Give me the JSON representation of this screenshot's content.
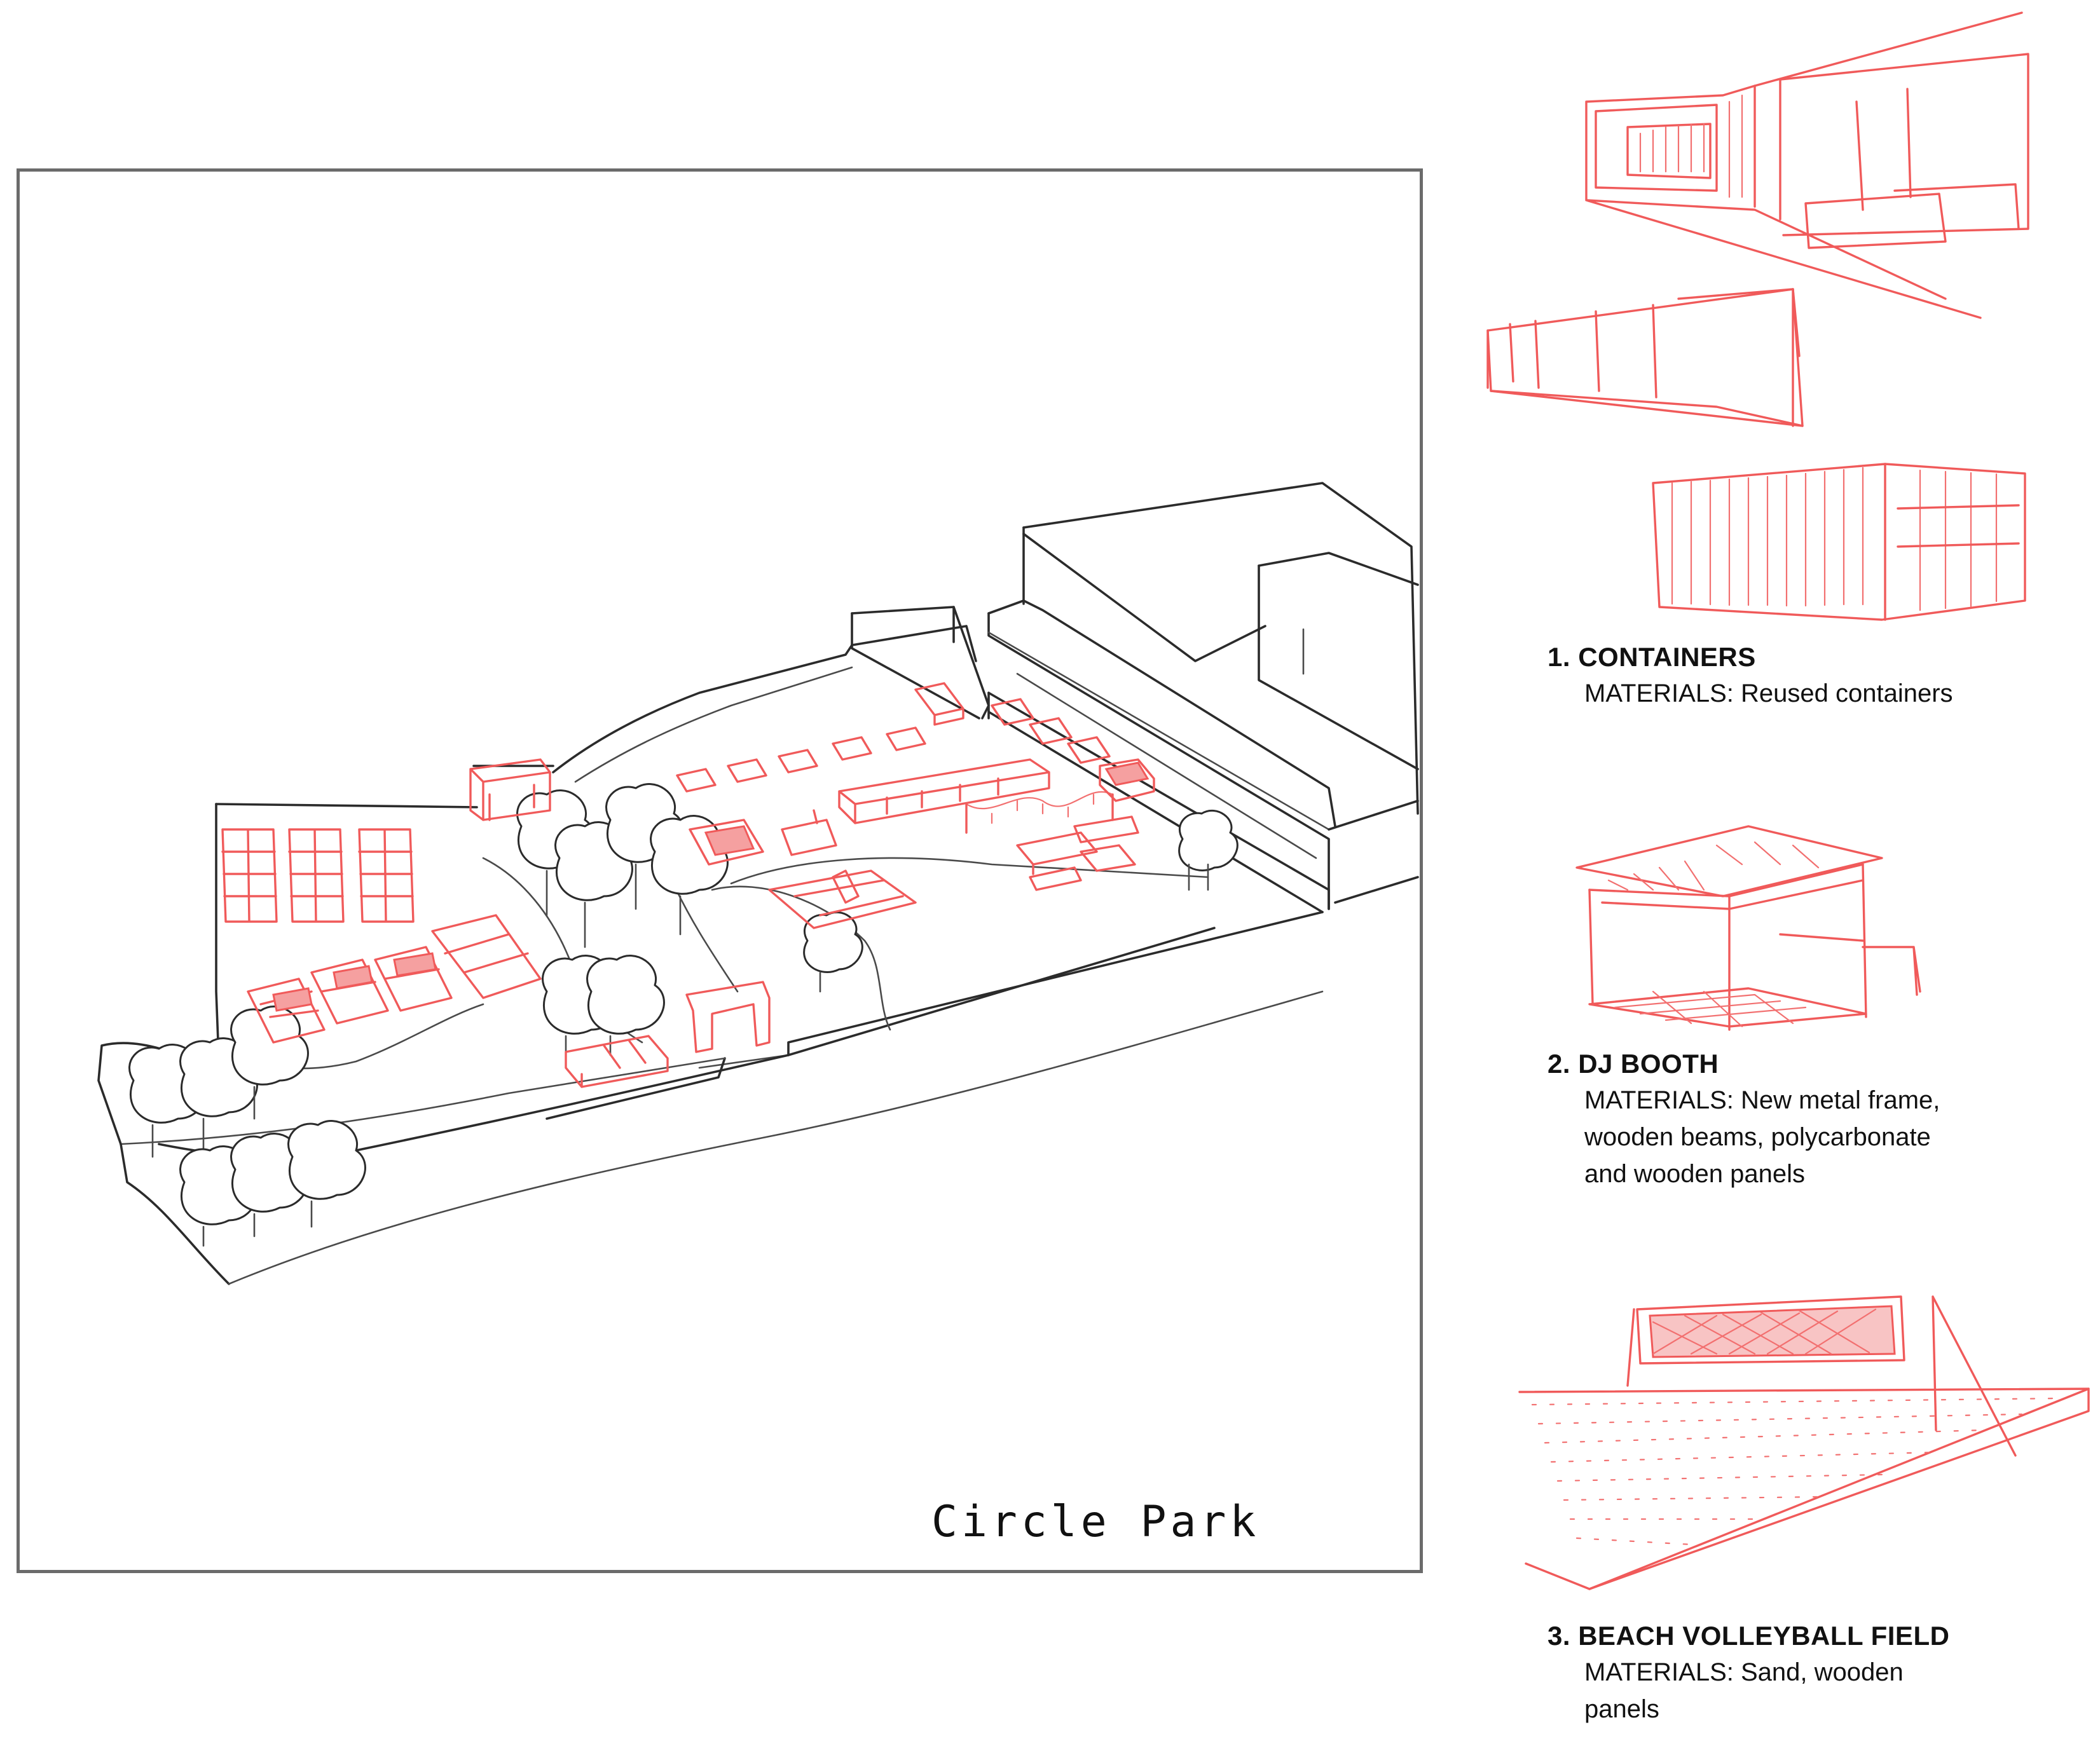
{
  "site_label": "Circle Park",
  "legend": [
    {
      "title": "1. CONTAINERS",
      "lines": [
        "MATERIALS: Reused containers"
      ]
    },
    {
      "title": "2. DJ BOOTH",
      "lines": [
        "MATERIALS: New metal frame,",
        "wooden beams, polycarbonate",
        "and wooden panels"
      ]
    },
    {
      "title": "3. BEACH VOLLEYBALL FIELD",
      "lines": [
        "MATERIALS: Sand, wooden",
        "panels"
      ]
    }
  ],
  "colors": {
    "sketch_line": "#2b2b2b",
    "accent": "#f05a5a",
    "frame": "#6b6b6b"
  }
}
